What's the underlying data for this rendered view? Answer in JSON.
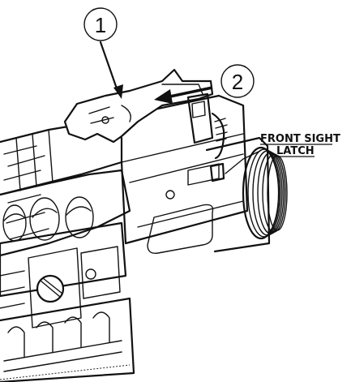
{
  "callouts": [
    {
      "number": "1"
    },
    {
      "number": "2"
    }
  ],
  "labels": {
    "line1": "FRONT SIGHT",
    "line2": "LATCH"
  },
  "colors": {
    "ink": "#111111",
    "background": "#ffffff"
  }
}
